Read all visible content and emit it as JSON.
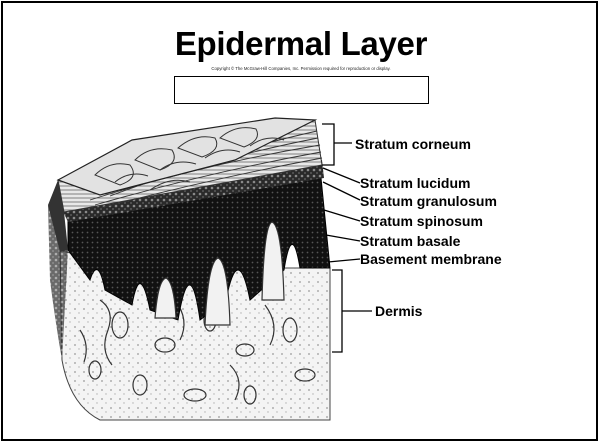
{
  "title": "Epidermal Layer",
  "copyright": "Copyright © The McGraw-Hill Companies, Inc. Permission required for reproduction or display.",
  "answer_box": "",
  "labels": {
    "stratum_corneum": "Stratum corneum",
    "stratum_lucidum": "Stratum lucidum",
    "stratum_granulosum": "Stratum granulosum",
    "stratum_spinosum": "Stratum spinosum",
    "stratum_basale": "Stratum basale",
    "basement_membrane": "Basement membrane",
    "dermis": "Dermis"
  }
}
